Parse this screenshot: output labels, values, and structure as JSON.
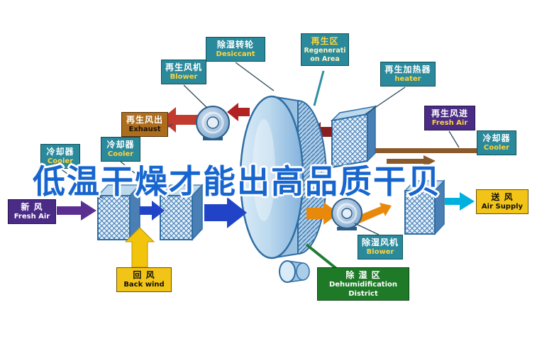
{
  "watermark": {
    "text": "低温干燥才能出高品质干贝"
  },
  "boxes": {
    "desiccant_wheel": {
      "cn": "除湿转轮",
      "en": "Desiccant"
    },
    "regen_area": {
      "cn": "再生区",
      "en1": "Regenerati",
      "en2": "on Area"
    },
    "regen_blower": {
      "cn": "再生风机",
      "en": "Blower"
    },
    "regen_heater": {
      "cn": "再生加热器",
      "en": "heater"
    },
    "regen_exhaust": {
      "cn": "再生风出",
      "en": "Exhaust"
    },
    "cooler_left_outer": {
      "cn": "冷却器",
      "en": "Cooler"
    },
    "cooler_left_inner": {
      "cn": "冷却器",
      "en": "Cooler"
    },
    "regen_fresh_air": {
      "cn": "再生风进",
      "en": "Fresh Air"
    },
    "cooler_right": {
      "cn": "冷却器",
      "en": "Cooler"
    },
    "fresh_air": {
      "cn": "新  风",
      "en": "Fresh Air"
    },
    "back_wind": {
      "cn": "回  风",
      "en": "Back wind"
    },
    "air_supply": {
      "cn": "送  风",
      "en": "Air Supply"
    },
    "dehumid_blower": {
      "cn": "除湿风机",
      "en": "Blower"
    },
    "dehumid_district": {
      "cn": "除  湿  区",
      "en1": "Dehumidification",
      "en2": "District"
    }
  },
  "colors": {
    "teal_box": "#2a8a9c",
    "purple_box": "#4a2b85",
    "brown_box": "#ad6d1e",
    "yellow_box": "#f2c417",
    "green_box": "#1f7a28",
    "arrow_blue": "#2143c7",
    "arrow_purple": "#5b2e91",
    "arrow_orange": "#e8890c",
    "arrow_yellow": "#f2c40c",
    "arrow_red": "#c23b2e",
    "arrow_dark_red": "#8b1f1f",
    "arrow_cyan": "#00b0dd",
    "duct_brown": "#8b5a2b",
    "wheel_blue": "#9cc2e2",
    "watermark_blue": "#1766cf"
  }
}
